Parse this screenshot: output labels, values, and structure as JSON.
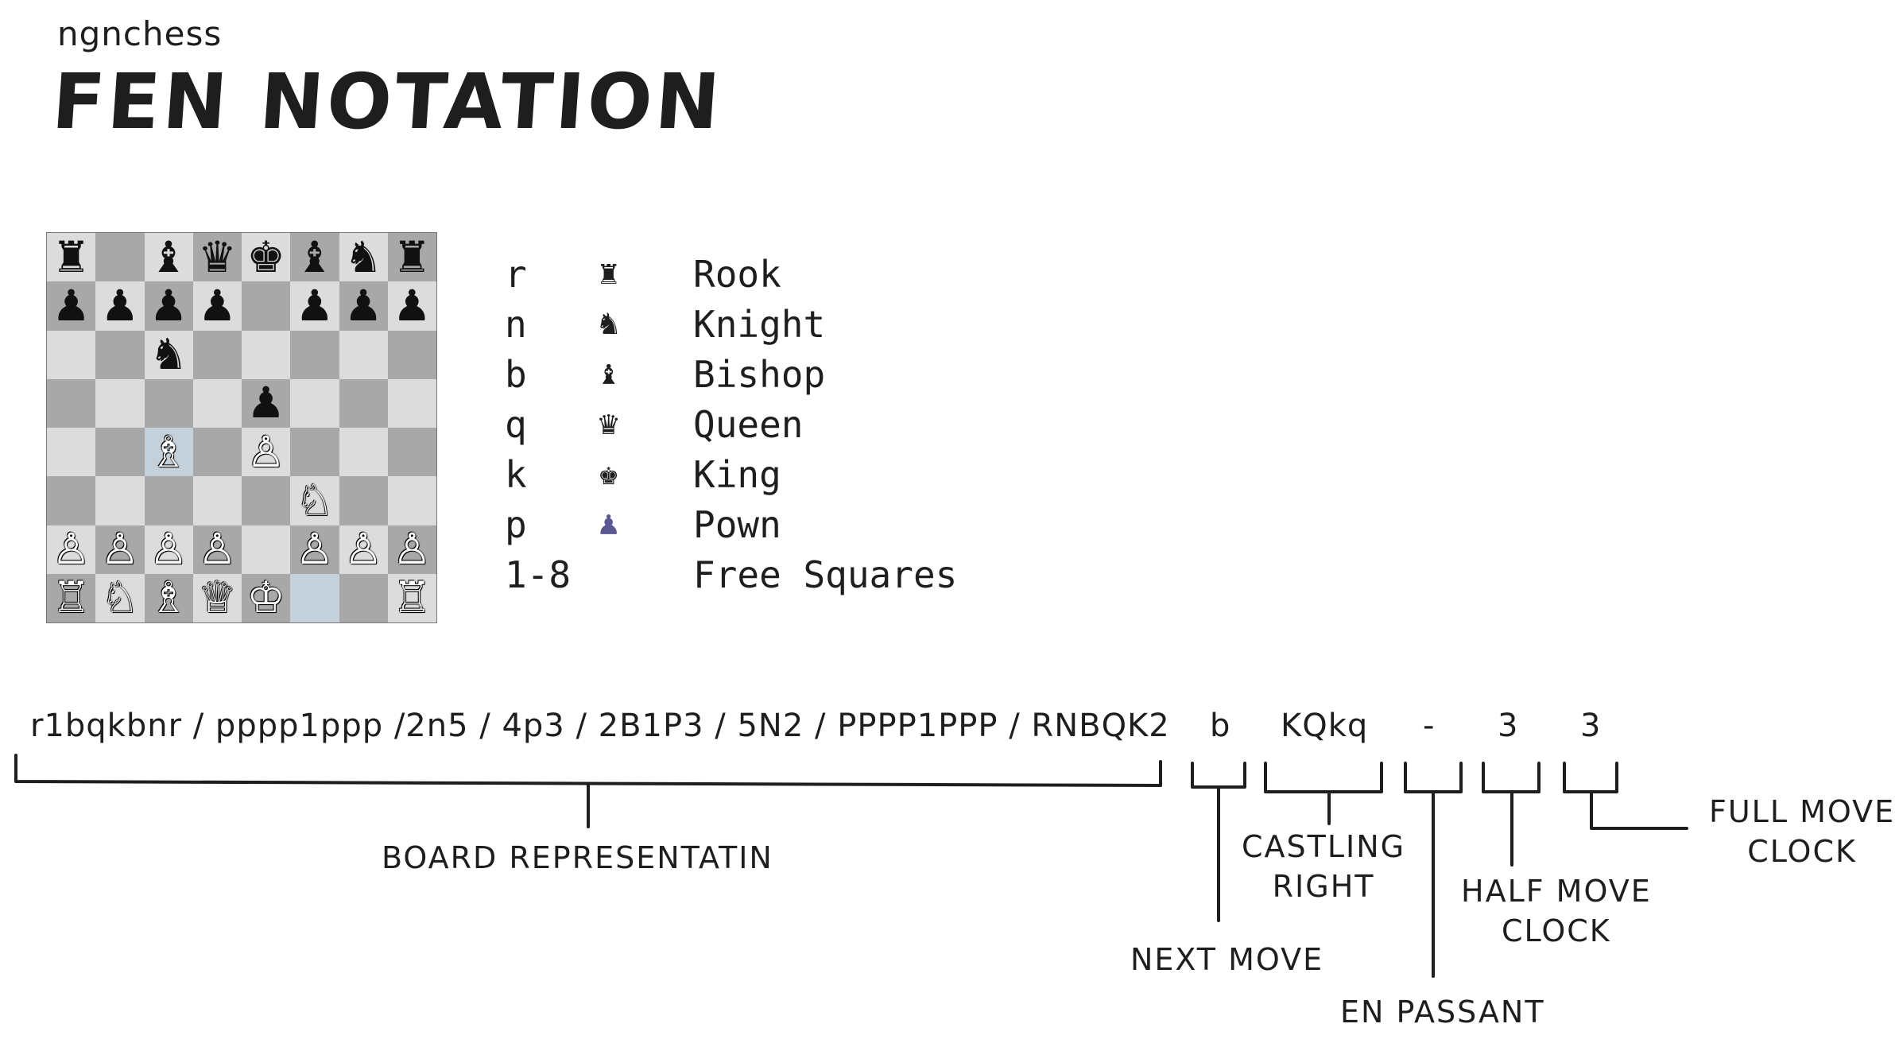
{
  "brand": "ngnchess",
  "title": "FEN NOTATION",
  "board": {
    "rows": [
      [
        "♜",
        "",
        "♝",
        "♛",
        "♚",
        "♝",
        "♞",
        "♜"
      ],
      [
        "♟",
        "♟",
        "♟",
        "♟",
        "",
        "♟",
        "♟",
        "♟"
      ],
      [
        "",
        "",
        "♞",
        "",
        "",
        "",
        "",
        ""
      ],
      [
        "",
        "",
        "",
        "",
        "♟",
        "",
        "",
        ""
      ],
      [
        "",
        "",
        "♗",
        "",
        "♙",
        "",
        "",
        ""
      ],
      [
        "",
        "",
        "",
        "",
        "",
        "♘",
        "",
        ""
      ],
      [
        "♙",
        "♙",
        "♙",
        "♙",
        "",
        "♙",
        "♙",
        "♙"
      ],
      [
        "♖",
        "♘",
        "♗",
        "♕",
        "♔",
        "",
        "",
        "♖"
      ]
    ],
    "highlight_squares": [
      "c4",
      "f1"
    ],
    "light_color": "#dcdcdc",
    "dark_color": "#a8a8a8",
    "highlight_color": "#c4d0da"
  },
  "legend": [
    {
      "code": "r",
      "icon": "rook-icon",
      "glyph": "♜",
      "name": "Rook"
    },
    {
      "code": "n",
      "icon": "knight-icon",
      "glyph": "♞",
      "name": "Knight"
    },
    {
      "code": "b",
      "icon": "bishop-icon",
      "glyph": "♝",
      "name": "Bishop"
    },
    {
      "code": "q",
      "icon": "queen-icon",
      "glyph": "♛",
      "name": "Queen"
    },
    {
      "code": "k",
      "icon": "king-icon",
      "glyph": "♚",
      "name": "King"
    },
    {
      "code": "p",
      "icon": "pawn-icon",
      "glyph": "♟",
      "name": "Pown",
      "color": "#5b5894"
    },
    {
      "code": "1-8",
      "icon": "",
      "glyph": "",
      "name": "Free Squares"
    }
  ],
  "fen": {
    "board": "r1bqkbnr / pppp1ppp /2n5 / 4p3 / 2B1P3 / 5N2 / PPPP1PPP / RNBQK2",
    "next_move": "b",
    "castling": "KQkq",
    "en_passant": "-",
    "half_move": "3",
    "full_move": "3"
  },
  "annotations": {
    "board_representation": "BOARD REPRESENTATIN",
    "next_move": "NEXT MOVE",
    "castling_right": "CASTLING\nRIGHT",
    "en_passant": "EN PASSANT",
    "half_move_clock": "HALF MOVE\nCLOCK",
    "full_move_clock": "FULL MOVE\nCLOCK"
  }
}
